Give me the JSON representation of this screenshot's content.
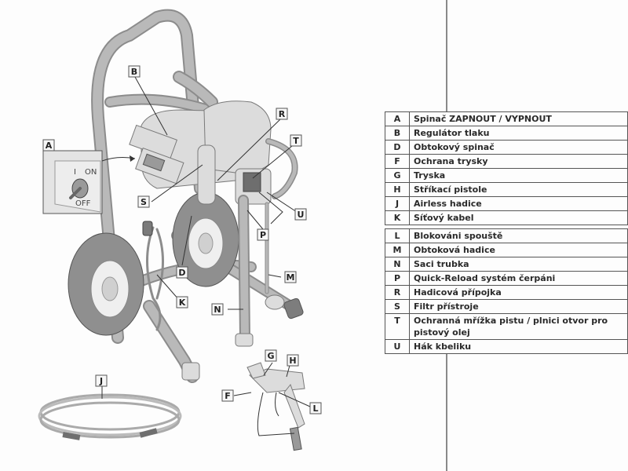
{
  "diagram": {
    "subject": "airless paint sprayer on cart",
    "callouts": [
      "A",
      "B",
      "D",
      "F",
      "G",
      "H",
      "J",
      "K",
      "L",
      "M",
      "N",
      "P",
      "R",
      "S",
      "T",
      "U"
    ],
    "switch_inset": {
      "label": "A",
      "on_text": "ON",
      "off_text": "OFF",
      "i_mark": "I"
    }
  },
  "legend": {
    "group1": [
      {
        "key": "A",
        "label": "Spinač ZAPNOUT / VYPNOUT"
      },
      {
        "key": "B",
        "label": "Regulátor tlaku"
      },
      {
        "key": "D",
        "label": "Obtokový spinač"
      },
      {
        "key": "F",
        "label": "Ochrana trysky"
      },
      {
        "key": "G",
        "label": "Tryska"
      },
      {
        "key": "H",
        "label": "Stříkací pistole"
      },
      {
        "key": "J",
        "label": "Airless hadice"
      },
      {
        "key": "K",
        "label": "Síťový kabel"
      }
    ],
    "group2": [
      {
        "key": "L",
        "label": "Blokováni spouště"
      },
      {
        "key": "M",
        "label": "Obtoková hadice"
      },
      {
        "key": "N",
        "label": "Saci trubka"
      },
      {
        "key": "P",
        "label": "Quick-Reload systém čerpáni"
      },
      {
        "key": "R",
        "label": "Hadicová přípojka"
      },
      {
        "key": "S",
        "label": "Filtr přístroje"
      },
      {
        "key": "T",
        "label": "Ochranná mřížka pistu / plnici otvor pro pistový olej"
      },
      {
        "key": "U",
        "label": "Hák kbeliku"
      }
    ]
  }
}
